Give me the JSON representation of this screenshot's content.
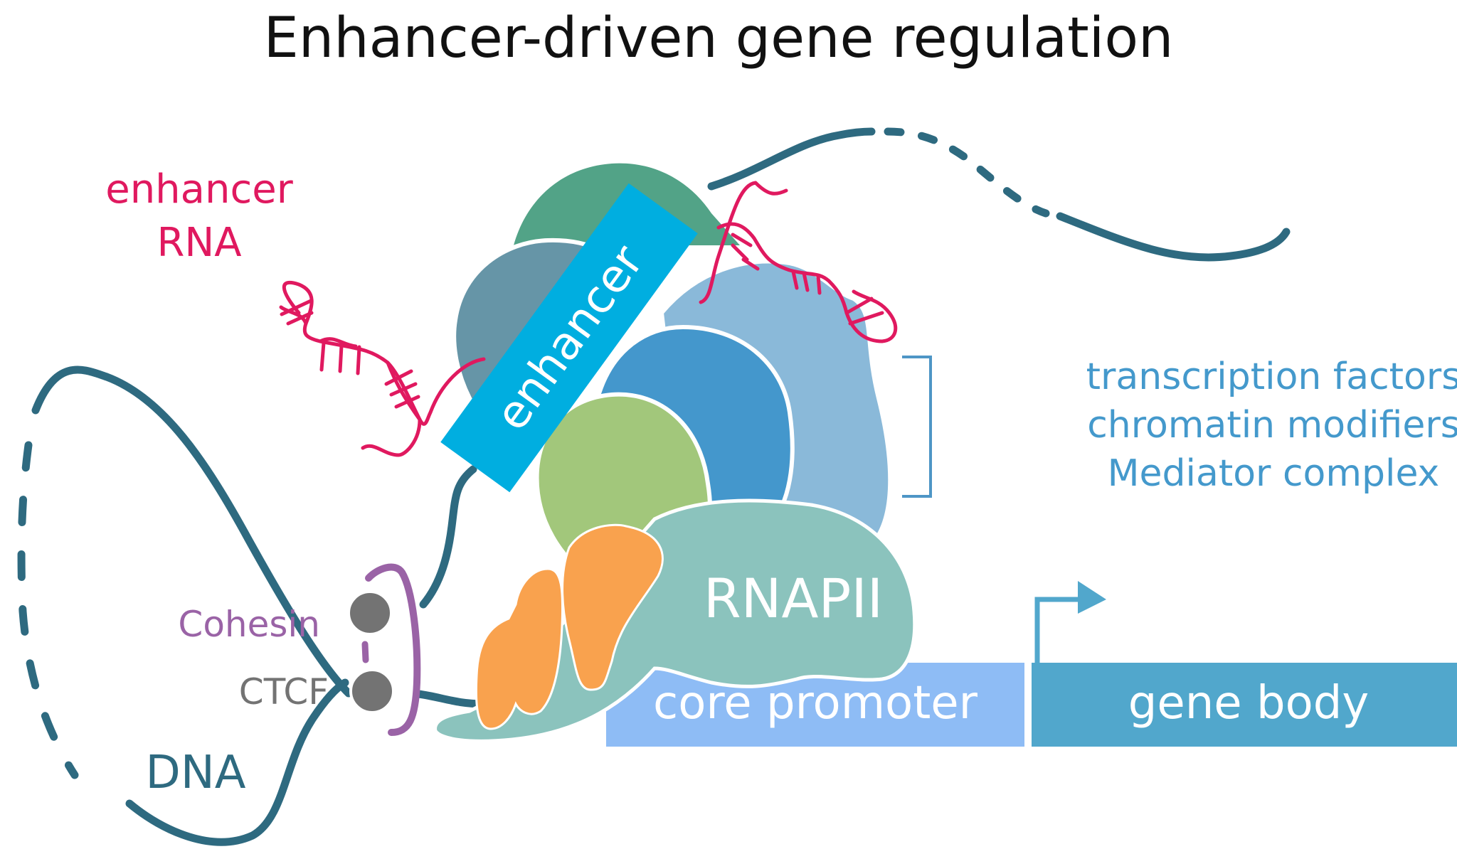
{
  "title": "Enhancer-driven gene regulation",
  "labels": {
    "enhancer_rna_line1": "enhancer",
    "enhancer_rna_line2": "RNA",
    "enhancer": "enhancer",
    "factors": [
      "transcription factors",
      "chromatin modifiers",
      "Mediator complex"
    ],
    "rnapii": "RNAPII",
    "core_promoter": "core promoter",
    "gene_body": "gene body",
    "cohesin": "Cohesin",
    "ctcf": "CTCF",
    "dna": "DNA"
  },
  "colors": {
    "title": "#111111",
    "enhancer_rna": "#e0195f",
    "dna": "#2e6a80",
    "enhancer_box": "#00aee0",
    "factors_text": "#4499cc",
    "cohesin": "#9a63a6",
    "ctcf": "#737373",
    "core_promoter": "#8ebcf5",
    "gene_body": "#51a7cc",
    "rnapii": "#8bc3bd",
    "orange": "#f9a24e",
    "green_protein": "#a2c77b",
    "dark_green": "#52a387",
    "slate": "#6695a7",
    "mid_blue": "#4497cc",
    "light_blue": "#8ab9d9"
  }
}
